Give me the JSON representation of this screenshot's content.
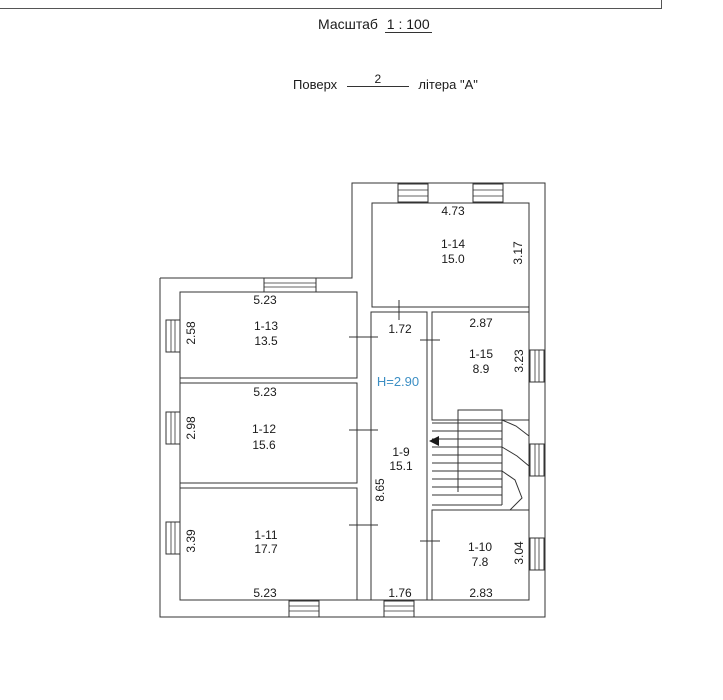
{
  "header": {
    "scale_label": "Масштаб",
    "scale_value": "1 : 100",
    "floor_label": "Поверх",
    "floor_value": "2",
    "letter_label": "літера",
    "letter_value": "\"А\""
  },
  "plan": {
    "height_label": "H=2.90",
    "accent_color": "#3d8fc4",
    "rooms": [
      {
        "id": "1-14",
        "area": "15.0"
      },
      {
        "id": "1-13",
        "area": "13.5"
      },
      {
        "id": "1-15",
        "area": "8.9"
      },
      {
        "id": "1-12",
        "area": "15.6"
      },
      {
        "id": "1-9",
        "area": "15.1"
      },
      {
        "id": "1-11",
        "area": "17.7"
      },
      {
        "id": "1-10",
        "area": "7.8"
      }
    ],
    "dimensions": {
      "d_473": "4.73",
      "d_317": "3.17",
      "d_523_top": "5.23",
      "d_258": "2.58",
      "d_172": "1.72",
      "d_287": "2.87",
      "d_323": "3.23",
      "d_523_mid": "5.23",
      "d_298": "2.98",
      "d_865": "8.65",
      "d_339": "3.39",
      "d_304": "3.04",
      "d_523_bottom": "5.23",
      "d_176": "1.76",
      "d_283": "2.83"
    }
  }
}
